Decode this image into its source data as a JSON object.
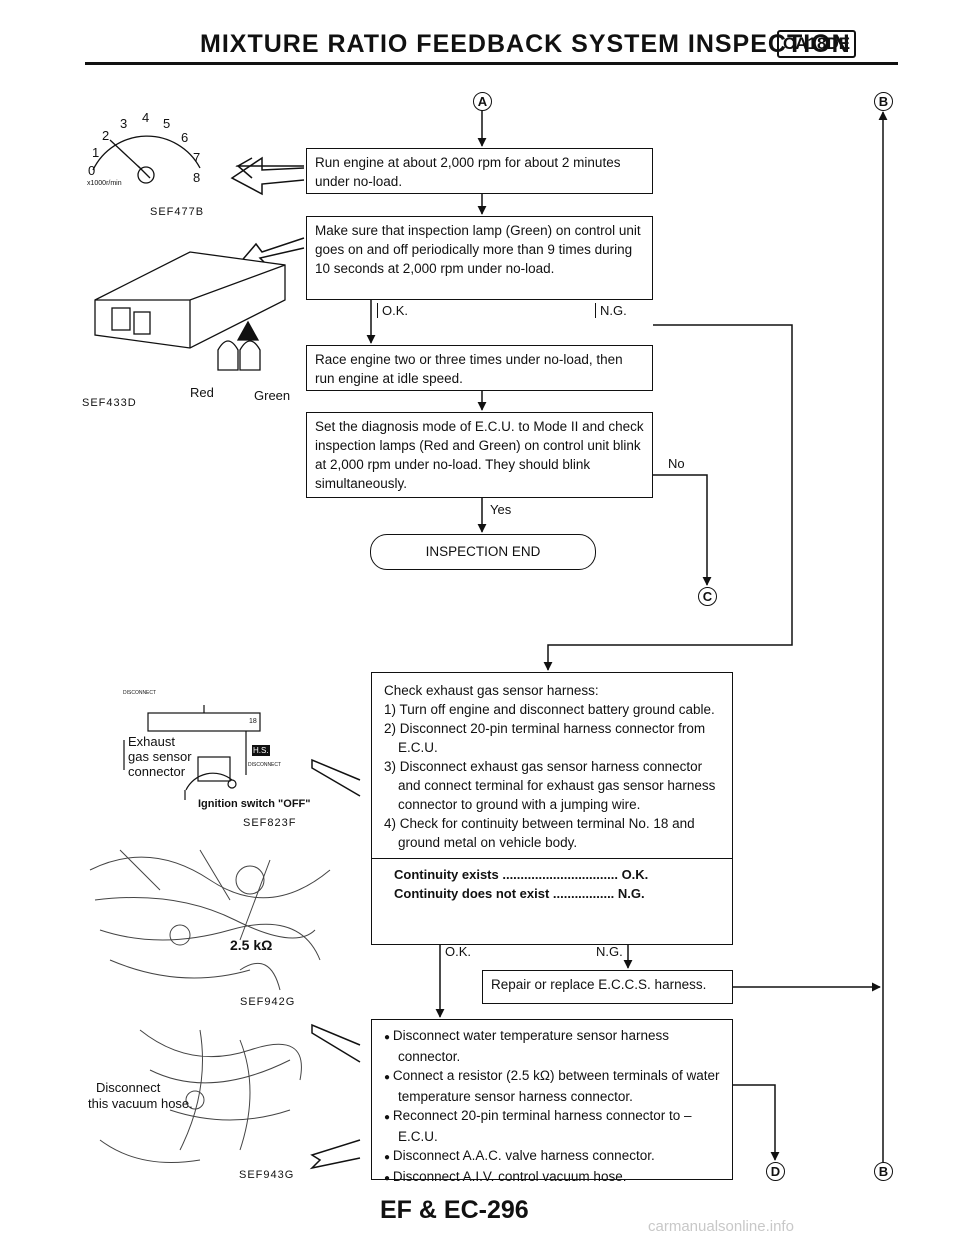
{
  "header": {
    "title": "MIXTURE RATIO FEEDBACK SYSTEM INSPECTION",
    "badge": "CA18DE"
  },
  "nodes": {
    "a": "A",
    "b": "B",
    "c": "C",
    "d": "D"
  },
  "figures": {
    "tach_caption": "SEF477B",
    "tach_numbers": [
      "0",
      "1",
      "2",
      "3",
      "4",
      "5",
      "6",
      "7",
      "8"
    ],
    "tach_unit": "x1000r/min",
    "ecu_caption": "SEF433D",
    "ecu_red": "Red",
    "ecu_green": "Green",
    "harness_caption": "SEF823F",
    "harness_exhaust": "Exhaust",
    "harness_sensor": "gas sensor",
    "harness_connector": "connector",
    "harness_pin": "18",
    "harness_disconnect": "DISCONNECT",
    "harness_hs": "H.S.",
    "harness_ignition": "Ignition switch \"OFF\"",
    "engine_caption": "SEF942G",
    "engine_resistor": "2.5 kΩ",
    "vacuum_caption": "SEF943G",
    "vacuum_disconnect": "Disconnect",
    "vacuum_hose": "this vacuum hose."
  },
  "steps": {
    "run_engine": "Run engine at about 2,000 rpm for about 2 minutes under no-load.",
    "make_sure": "Make sure that inspection lamp (Green) on control unit goes on and off periodically more than 9 times during 10 seconds at 2,000 rpm under no-load.",
    "ok_1": "O.K.",
    "ng_1": "N.G.",
    "race_engine": "Race engine two or three times under no-load, then run engine at idle speed.",
    "set_diag": "Set the diagnosis mode of E.C.U. to Mode II and check inspection lamps (Red and Green) on control unit blink at 2,000 rpm under no-load. They should blink simultaneously.",
    "no": "No",
    "yes": "Yes",
    "end": "INSPECTION END",
    "check_title": "Check exhaust gas sensor harness:",
    "check_items": [
      "1) Turn off engine and disconnect battery ground cable.",
      "2) Disconnect 20-pin terminal harness connector from E.C.U.",
      "3) Disconnect exhaust gas sensor harness connector and connect terminal for exhaust gas sensor harness connector to ground with a jumping wire.",
      "4) Check for continuity between terminal No. 18 and ground metal on vehicle body."
    ],
    "cont_exists": "Continuity exists ................................",
    "cont_exists_r": "O.K.",
    "cont_not": "Continuity does not exist .................",
    "cont_not_r": "N.G.",
    "ok_2": "O.K.",
    "ng_2": "N.G.",
    "repair": "Repair or replace E.C.C.S. harness.",
    "final_items": [
      "Disconnect water temperature sensor harness connector.",
      "Connect a resistor (2.5 kΩ) between terminals of water temperature sensor harness connector.",
      "Reconnect 20-pin terminal harness connector to – E.C.U.",
      "Disconnect A.A.C. valve harness connector.",
      "Disconnect A.I.V. control vacuum hose."
    ]
  },
  "footer": {
    "page": "EF & EC-296",
    "watermark": "carmanualsonline.info"
  }
}
